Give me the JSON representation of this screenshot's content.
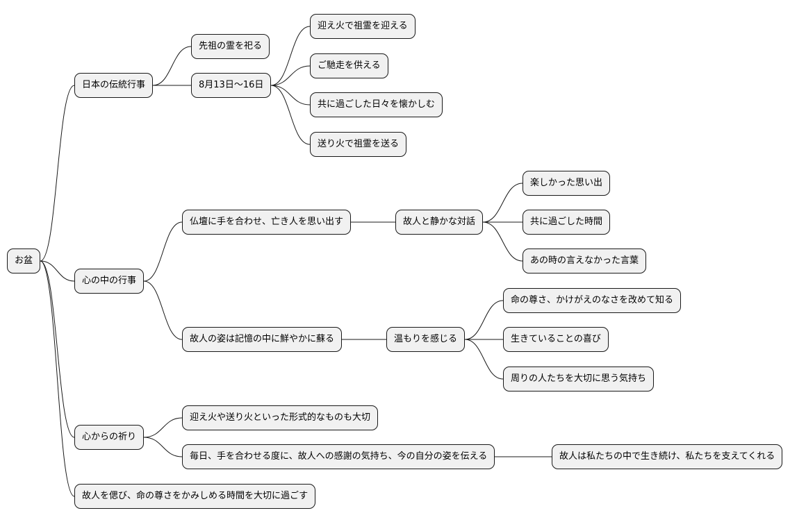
{
  "mindmap": {
    "root": "お盆",
    "branches": [
      {
        "label": "日本の伝統行事",
        "children": [
          {
            "label": "先祖の霊を祀る"
          },
          {
            "label": "8月13日〜16日",
            "children": [
              {
                "label": "迎え火で祖霊を迎える"
              },
              {
                "label": "ご馳走を供える"
              },
              {
                "label": "共に過ごした日々を懐かしむ"
              },
              {
                "label": "送り火で祖霊を送る"
              }
            ]
          }
        ]
      },
      {
        "label": "心の中の行事",
        "children": [
          {
            "label": "仏壇に手を合わせ、亡き人を思い出す",
            "child": {
              "label": "故人と静かな対話",
              "children": [
                {
                  "label": "楽しかった思い出"
                },
                {
                  "label": "共に過ごした時間"
                },
                {
                  "label": "あの時の言えなかった言葉"
                }
              ]
            }
          },
          {
            "label": "故人の姿は記憶の中に鮮やかに蘇る",
            "child": {
              "label": "温もりを感じる",
              "children": [
                {
                  "label": "命の尊さ、かけがえのなさを改めて知る"
                },
                {
                  "label": "生きていることの喜び"
                },
                {
                  "label": "周りの人たちを大切に思う気持ち"
                }
              ]
            }
          }
        ]
      },
      {
        "label": "心からの祈り",
        "children": [
          {
            "label": "迎え火や送り火といった形式的なものも大切"
          },
          {
            "label": "毎日、手を合わせる度に、故人への感謝の気持ち、今の自分の姿を伝える",
            "child": {
              "label": "故人は私たちの中で生き続け、私たちを支えてくれる"
            }
          }
        ]
      },
      {
        "label": "故人を偲び、命の尊さをかみしめる時間を大切に過ごす"
      }
    ]
  }
}
